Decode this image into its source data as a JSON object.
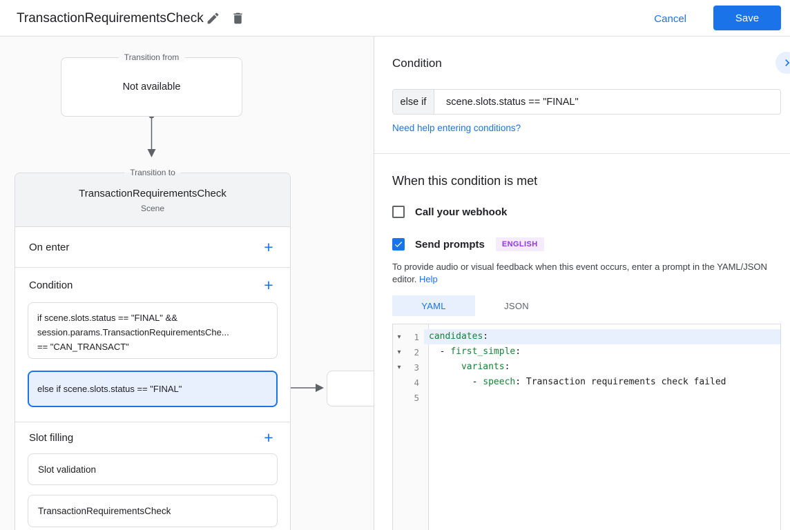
{
  "header": {
    "title": "TransactionRequirementsCheck",
    "cancel_label": "Cancel",
    "save_label": "Save"
  },
  "icons": {
    "add": "+",
    "fold_open": "▾"
  },
  "colors": {
    "accent_blue": "#1a73e8",
    "selection_bg": "#e8f0fe",
    "yaml_key_green": "#188038",
    "badge_purple": "#9334e6",
    "badge_bg": "#f4ebfd"
  },
  "canvas": {
    "transition_from": {
      "legend": "Transition from",
      "value": "Not available"
    },
    "scene": {
      "legend": "Transition to",
      "title": "TransactionRequirementsCheck",
      "subtitle": "Scene",
      "on_enter_label": "On enter",
      "condition_label": "Condition",
      "conditions": [
        {
          "lines": [
            "if scene.slots.status == \"FINAL\" &&",
            "session.params.TransactionRequirementsChe...",
            "== \"CAN_TRANSACT\""
          ],
          "selected": false
        },
        {
          "lines": [
            "else if scene.slots.status == \"FINAL\""
          ],
          "selected": true
        }
      ],
      "slot_filling_label": "Slot filling",
      "slots": [
        {
          "label": "Slot validation"
        },
        {
          "label": "TransactionRequirementsCheck"
        }
      ]
    }
  },
  "panel": {
    "title": "Condition",
    "condition_input": {
      "prefix": "else if",
      "value": "scene.slots.status == \"FINAL\""
    },
    "help_link": "Need help entering conditions?",
    "section_title": "When this condition is met",
    "webhook": {
      "label": "Call your webhook",
      "checked": false
    },
    "prompts": {
      "label": "Send prompts",
      "checked": true,
      "badge": "ENGLISH"
    },
    "helper": {
      "text": "To provide audio or visual feedback when this event occurs, enter a prompt in the YAML/JSON editor. ",
      "link": "Help"
    },
    "tabs": [
      {
        "label": "YAML",
        "active": true
      },
      {
        "label": "JSON",
        "active": false
      }
    ],
    "editor": {
      "lines": [
        {
          "num": "1",
          "fold": "▾",
          "pre": "",
          "key": "candidates",
          "post": ":",
          "highlight": true
        },
        {
          "num": "2",
          "fold": "▾",
          "pre": "  - ",
          "key": "first_simple",
          "post": ":",
          "highlight": false
        },
        {
          "num": "3",
          "fold": "▾",
          "pre": "      ",
          "key": "variants",
          "post": ":",
          "highlight": false
        },
        {
          "num": "4",
          "fold": "",
          "pre": "        - ",
          "key": "speech",
          "post": ": Transaction requirements check failed",
          "highlight": false
        },
        {
          "num": "5",
          "fold": "",
          "pre": "",
          "key": "",
          "post": "",
          "highlight": false
        }
      ]
    }
  }
}
